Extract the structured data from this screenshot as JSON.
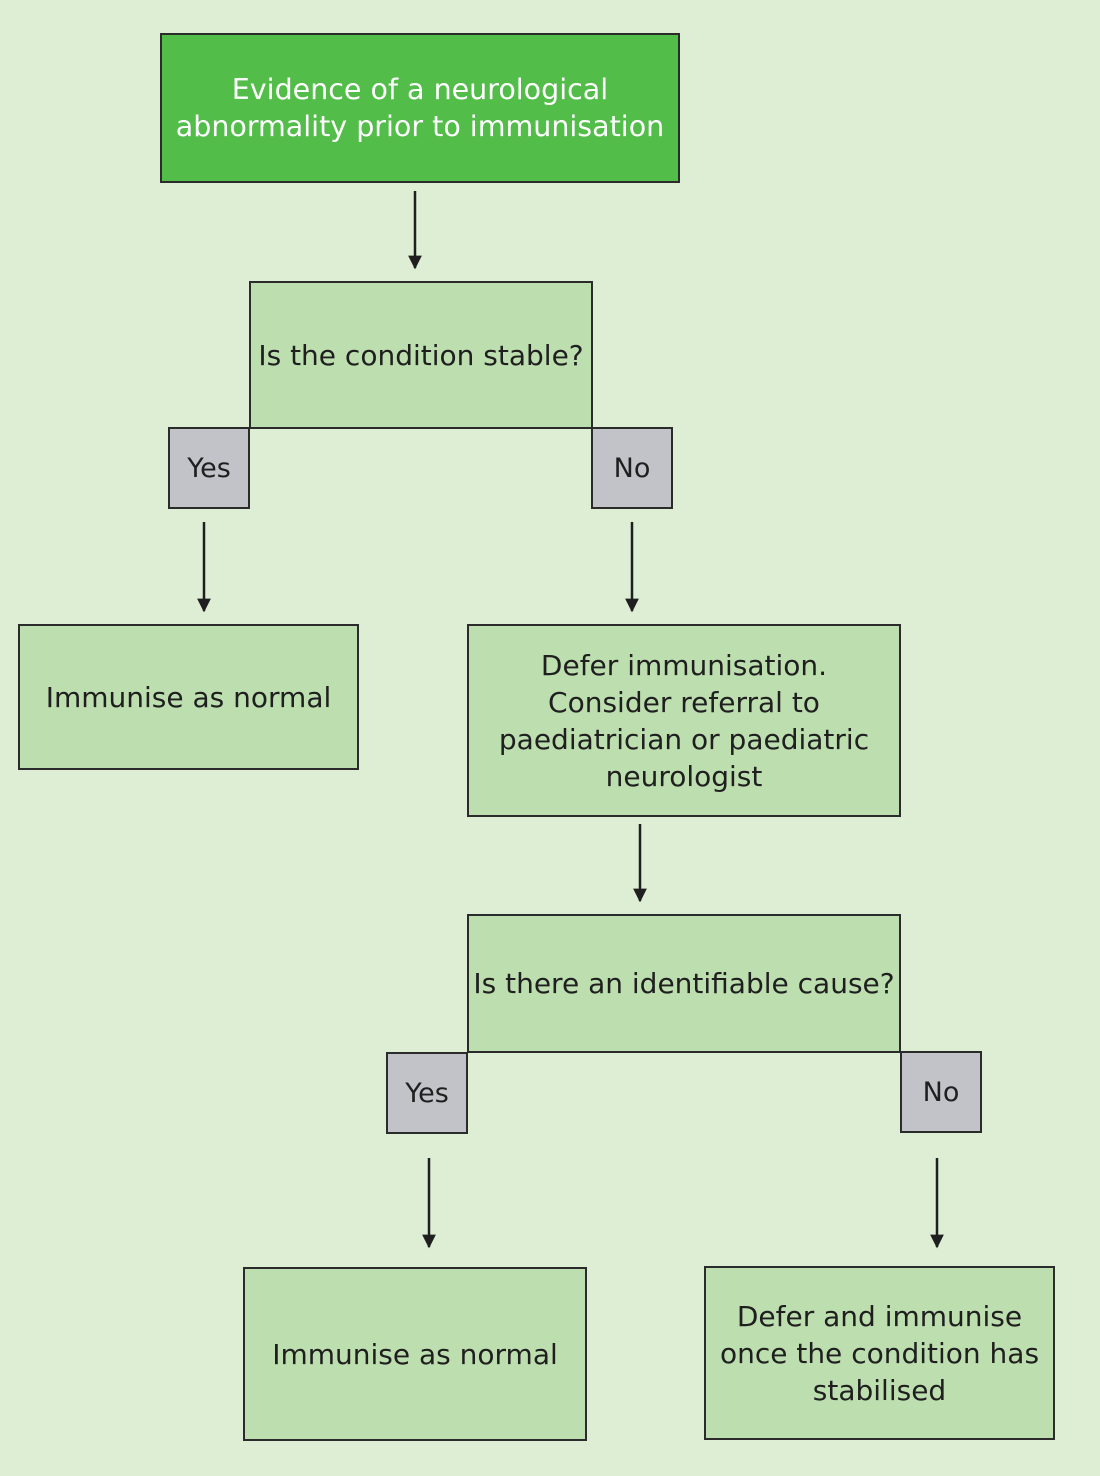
{
  "flowchart": {
    "start": "Evidence of a neurological\nabnormality prior to immunisation",
    "q1": {
      "text": "Is the condition stable?",
      "yes_label": "Yes",
      "no_label": "No",
      "yes_result": "Immunise as normal",
      "no_result": "Defer immunisation.\nConsider referral to\npaediatrician or paediatric\nneurologist"
    },
    "q2": {
      "text": "Is there an identifiable cause?",
      "yes_label": "Yes",
      "no_label": "No",
      "yes_result": "Immunise as normal",
      "no_result": "Defer and immunise\nonce the condition has\nstabilised"
    }
  },
  "colors": {
    "background": "#ddeed5",
    "start_box": "#53bd4a",
    "process_box": "#bddeaf",
    "label_box": "#c1c3c9",
    "stroke": "#2b2b2b"
  }
}
